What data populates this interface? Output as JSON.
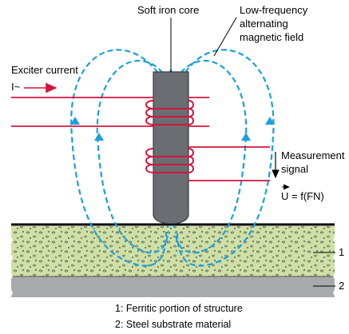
{
  "labels": {
    "core": "Soft iron core",
    "field_line1": "Low-frequency",
    "field_line2": "alternating",
    "field_line3": "magnetic field",
    "exciter": "Exciter current",
    "exciter_symbol": "I~",
    "measurement_line1": "Measurement",
    "measurement_line2": "signal",
    "formula": "U = f(FN)",
    "layer1_number": "1",
    "layer2_number": "2"
  },
  "legend": [
    "1: Ferritic portion of structure",
    "2: Steel substrate material"
  ],
  "colors": {
    "field": "#1aa0e0",
    "wire": "#d4143c",
    "core": "#6a6d72",
    "layer1": "#cfe0a6",
    "layer2": "#a9aaab"
  }
}
